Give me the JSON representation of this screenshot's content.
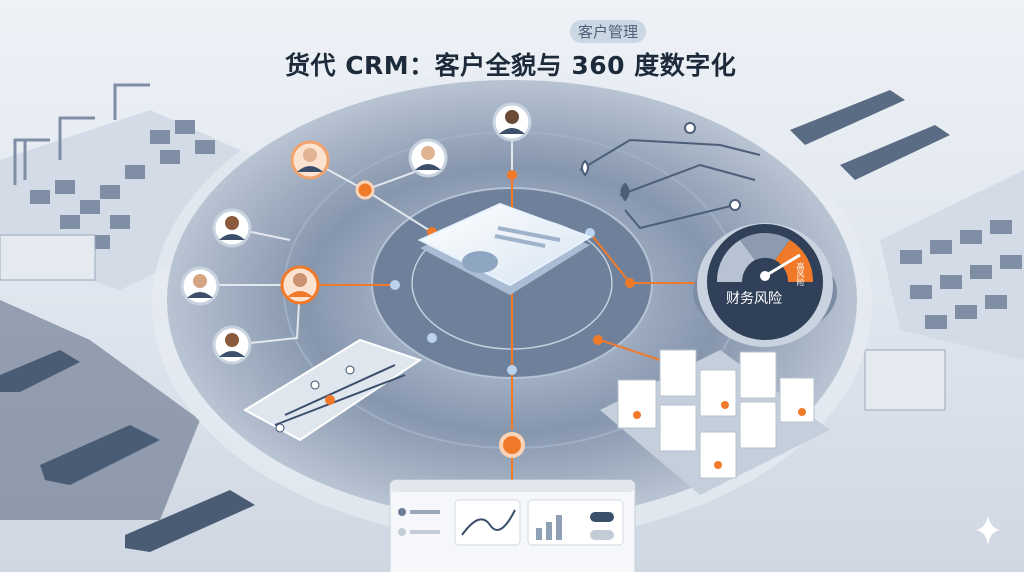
{
  "header": {
    "tag": "客户管理",
    "title": "货代 CRM：客户全貌与 360 度数字化"
  },
  "gauge": {
    "label": "财务风险",
    "level_label": "高风险",
    "level_fraction": 0.85
  },
  "colors": {
    "accent": "#f07a2a",
    "navy": "#3b4f6b",
    "ring": "#5d6f89"
  }
}
